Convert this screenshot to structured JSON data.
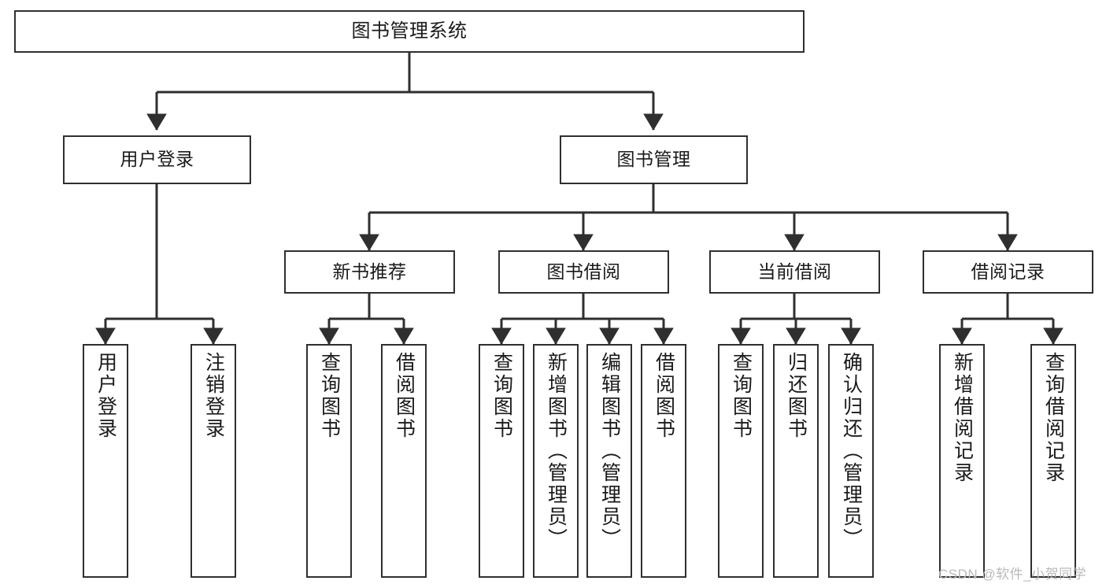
{
  "diagram": {
    "type": "hierarchy-tree",
    "title": "图书管理系统",
    "watermark": "CSDN @软件_小贺同学",
    "colors": {
      "background": "#ffffff",
      "box_border": "#2f2f2f",
      "box_fill": "#ffffff",
      "connector": "#2f2f2f",
      "text": "#1a1a1a",
      "watermark": "#b9b9b9"
    },
    "nodes": {
      "root": {
        "label": "图书管理系统"
      },
      "level1": [
        {
          "label": "用户登录"
        },
        {
          "label": "图书管理"
        }
      ],
      "level2": [
        {
          "label": "新书推荐"
        },
        {
          "label": "图书借阅"
        },
        {
          "label": "当前借阅"
        },
        {
          "label": "借阅记录"
        }
      ],
      "leaves": {
        "user_login": [
          {
            "label": "用户登录"
          },
          {
            "label": "注销登录"
          }
        ],
        "new_book": [
          {
            "label": "查询图书"
          },
          {
            "label": "借阅图书"
          }
        ],
        "book_borrow": [
          {
            "label": "查询图书"
          },
          {
            "label": "新增图书（管理员）"
          },
          {
            "label": "编辑图书（管理员）"
          },
          {
            "label": "借阅图书"
          }
        ],
        "current_borrow": [
          {
            "label": "查询图书"
          },
          {
            "label": "归还图书"
          },
          {
            "label": "确认归还（管理员）"
          }
        ],
        "borrow_record": [
          {
            "label": "新增借阅记录"
          },
          {
            "label": "查询借阅记录"
          }
        ]
      }
    },
    "edges": [
      {
        "from": "图书管理系统",
        "to": "用户登录"
      },
      {
        "from": "图书管理系统",
        "to": "图书管理"
      },
      {
        "from": "图书管理",
        "to": "新书推荐"
      },
      {
        "from": "图书管理",
        "to": "图书借阅"
      },
      {
        "from": "图书管理",
        "to": "当前借阅"
      },
      {
        "from": "图书管理",
        "to": "借阅记录"
      },
      {
        "from": "用户登录",
        "to": "用户登录"
      },
      {
        "from": "用户登录",
        "to": "注销登录"
      },
      {
        "from": "新书推荐",
        "to": "查询图书"
      },
      {
        "from": "新书推荐",
        "to": "借阅图书"
      },
      {
        "from": "图书借阅",
        "to": "查询图书"
      },
      {
        "from": "图书借阅",
        "to": "新增图书（管理员）"
      },
      {
        "from": "图书借阅",
        "to": "编辑图书（管理员）"
      },
      {
        "from": "图书借阅",
        "to": "借阅图书"
      },
      {
        "from": "当前借阅",
        "to": "查询图书"
      },
      {
        "from": "当前借阅",
        "to": "归还图书"
      },
      {
        "from": "当前借阅",
        "to": "确认归还（管理员）"
      },
      {
        "from": "借阅记录",
        "to": "新增借阅记录"
      },
      {
        "from": "借阅记录",
        "to": "查询借阅记录"
      }
    ]
  }
}
